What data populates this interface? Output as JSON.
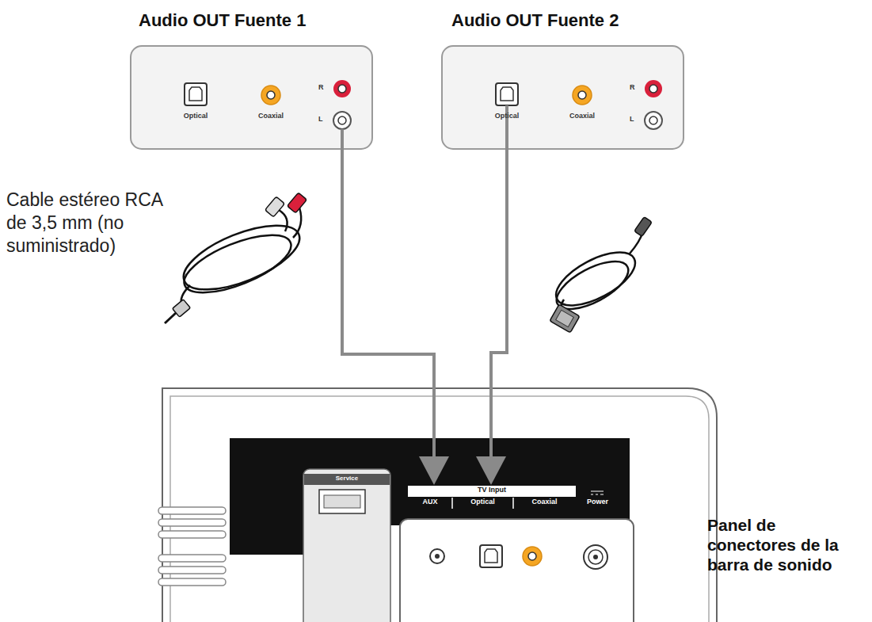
{
  "diagram": {
    "nodes": [
      {
        "text": [
          "Audio OUT Fuente 1",
          "Optical",
          "Coaxial",
          "R",
          "L"
        ]
      },
      {
        "text": [
          "Audio OUT Fuente 2",
          "Optical",
          "Coaxial",
          "R",
          "L"
        ]
      },
      {
        "text": [
          "TV Input",
          "AUX",
          "Optical",
          "Coaxial",
          "Power"
        ]
      }
    ],
    "edges": [
      {
        "from": 0,
        "to": 2,
        "arrow": "to"
      },
      {
        "from": 1,
        "to": 2,
        "arrow": "to"
      }
    ],
    "labels": [
      "Cable estéreo RCA de 3,5 mm (no suministrado)",
      "Service",
      "Panel de conectores de la barra de sonido"
    ]
  }
}
